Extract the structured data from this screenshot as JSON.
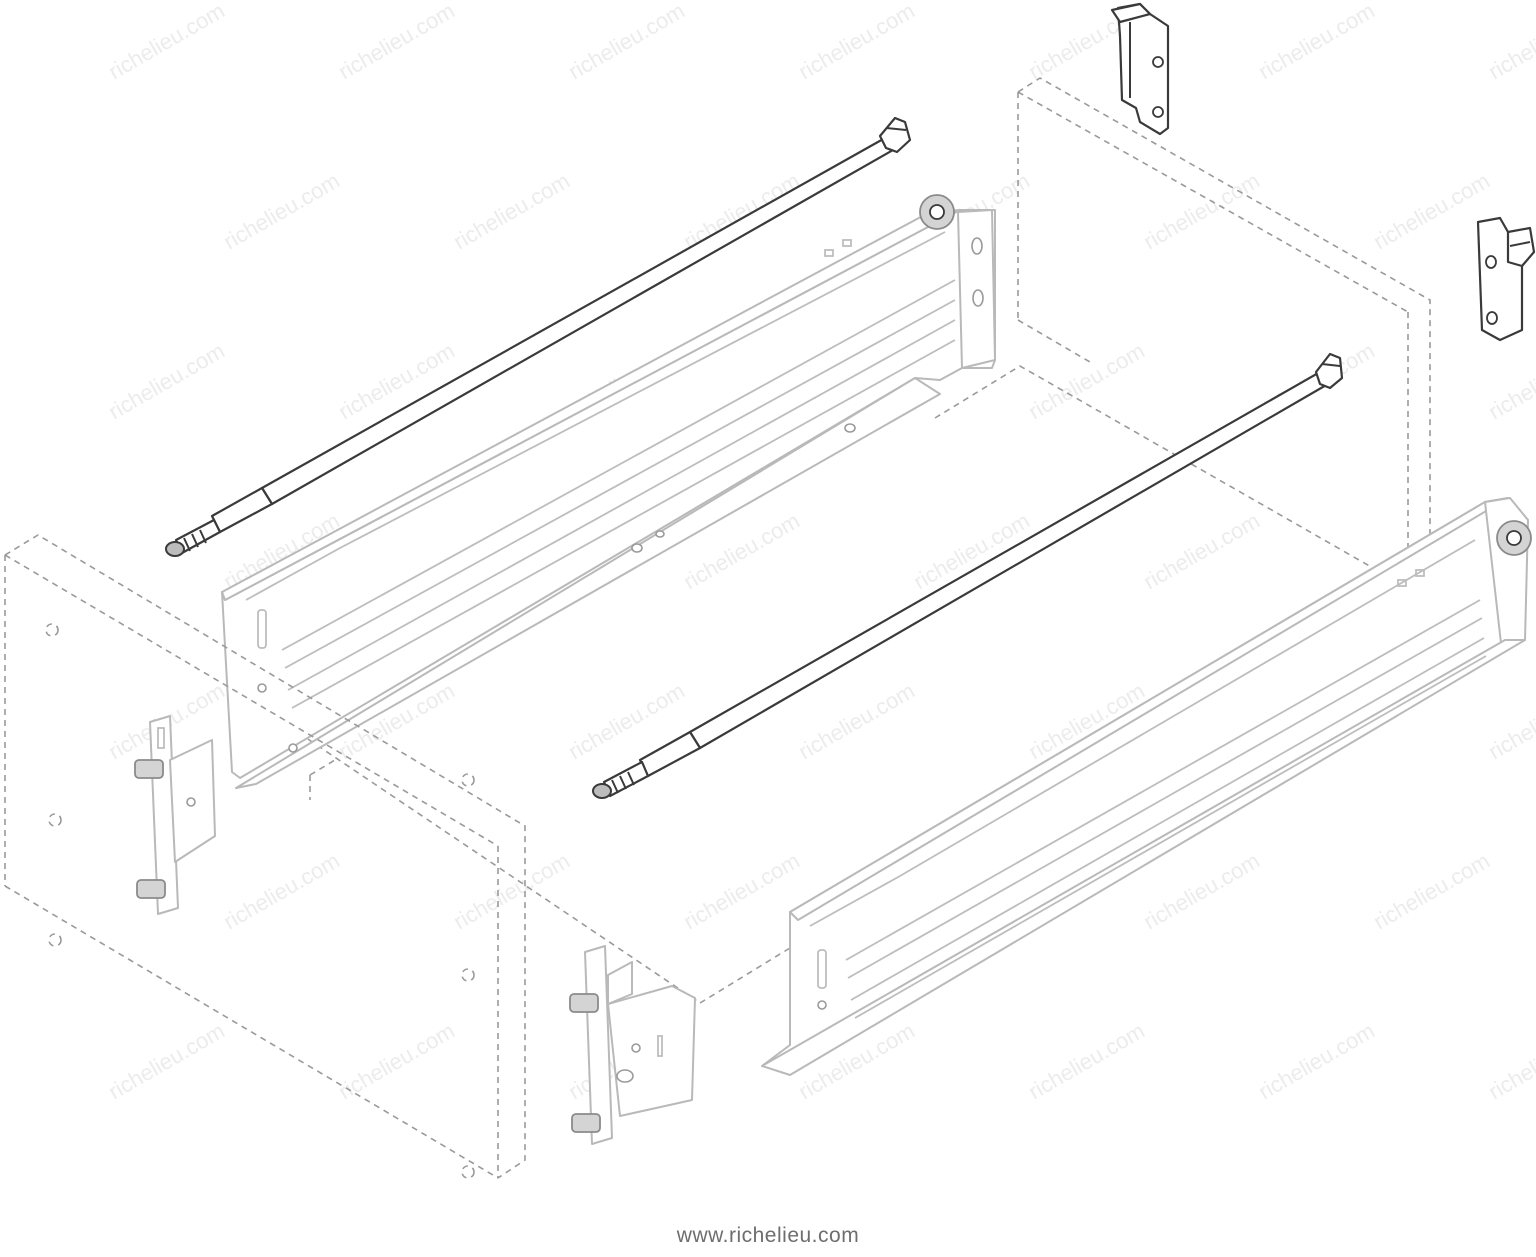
{
  "diagram": {
    "watermark_text": "richelieu.com",
    "footer_url": "www.richelieu.com"
  },
  "colors": {
    "background": "#ffffff",
    "outline_dark": "#3a3a3a",
    "outline_light": "#b9b9b9",
    "dashed": "#9a9a9a",
    "watermark": "#ececec"
  },
  "parts": [
    {
      "id": "front-panel",
      "icon": "dashed-panel"
    },
    {
      "id": "back-panel",
      "icon": "dashed-panel"
    },
    {
      "id": "bottom-panel",
      "icon": "dashed-panel"
    },
    {
      "id": "left-drawer-side",
      "icon": "metal-side"
    },
    {
      "id": "right-drawer-side",
      "icon": "metal-side"
    },
    {
      "id": "left-gallery-rod",
      "icon": "rod"
    },
    {
      "id": "right-gallery-rod",
      "icon": "rod"
    },
    {
      "id": "rear-bracket-left",
      "icon": "bracket"
    },
    {
      "id": "rear-bracket-right",
      "icon": "bracket"
    },
    {
      "id": "front-fixing-bracket-left",
      "icon": "bracket"
    },
    {
      "id": "front-fixing-bracket-right",
      "icon": "bracket"
    }
  ]
}
